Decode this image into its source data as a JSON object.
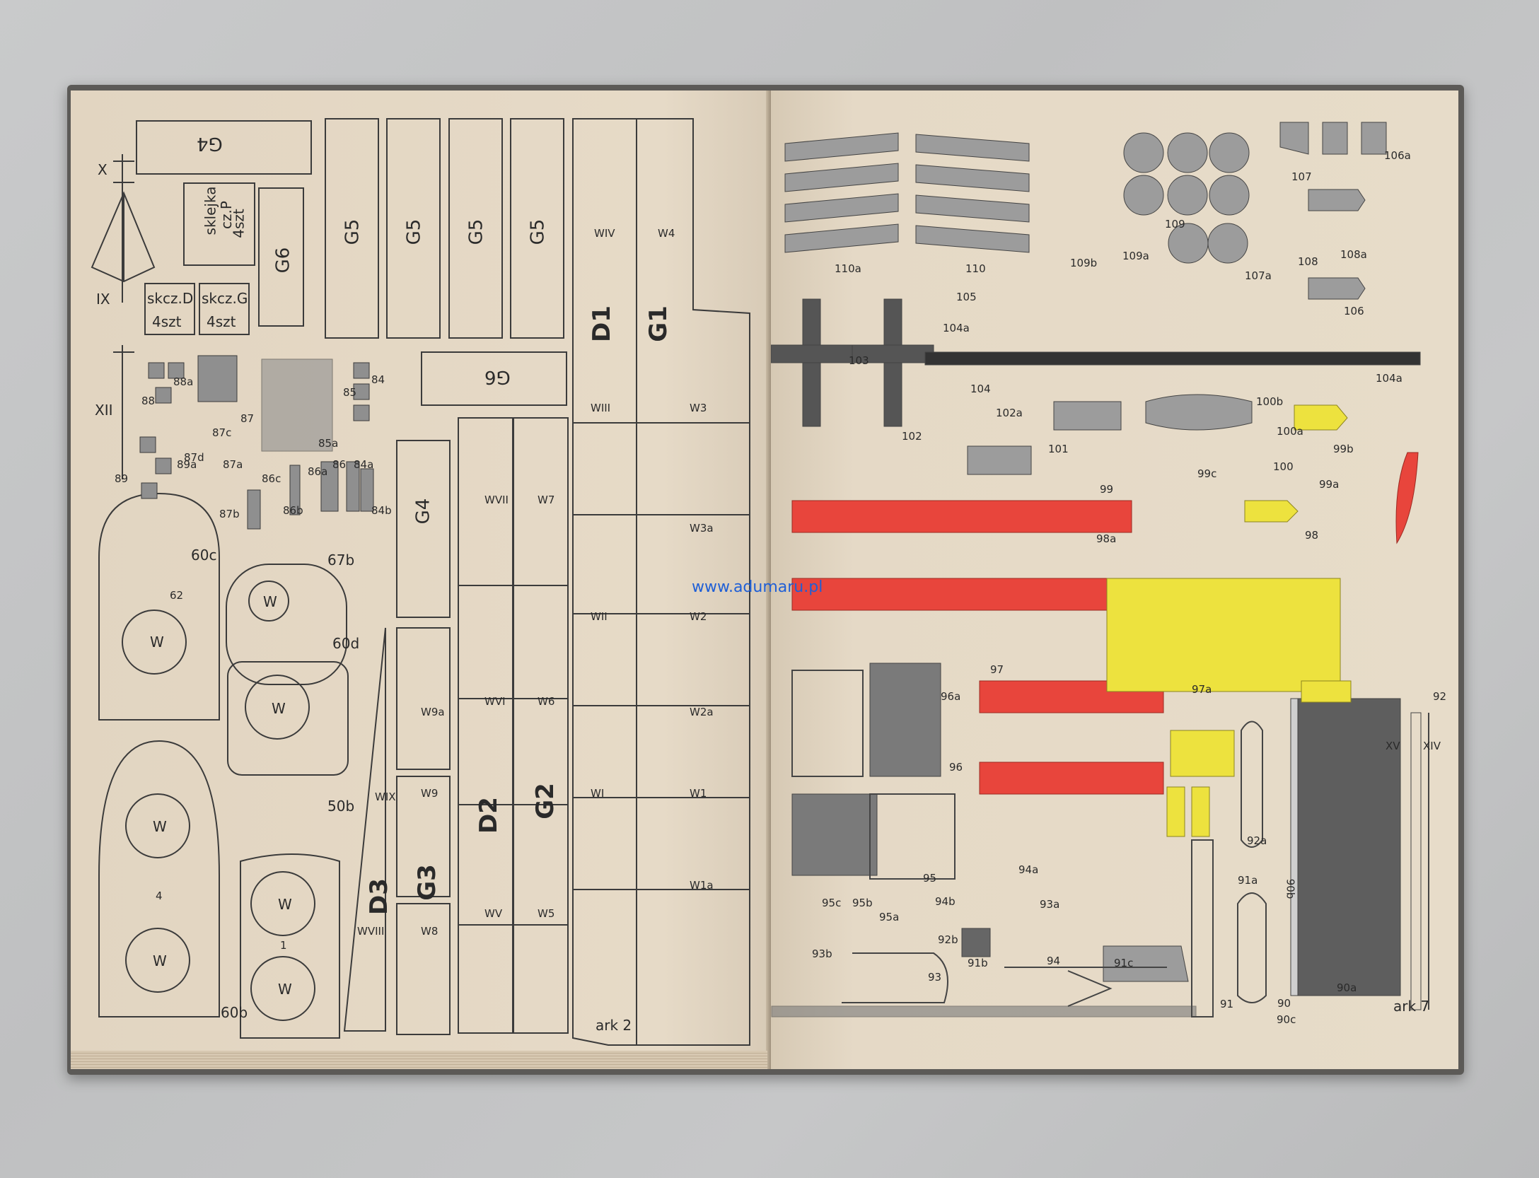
{
  "watermark": "www.adumaru.pl",
  "left_page": {
    "sheet": "ark 2",
    "labels": {
      "g4_top": "G4",
      "skleika": "sklejka",
      "czp": "cz.P",
      "szt4": "4szt",
      "g6a": "G6",
      "g5": "G5",
      "skczd": "skcz.D",
      "skczg": "skcz.G",
      "d1": "D1",
      "g1": "G1",
      "g6b": "G6",
      "g4b": "G4",
      "d2": "D2",
      "g2": "G2",
      "d3": "D3",
      "g3": "G3",
      "p60c": "60c",
      "p67b": "67b",
      "p60d": "60d",
      "p50b": "50b",
      "p60b": "60b",
      "p88a": "88a",
      "p88": "88",
      "p89a": "89a",
      "p89": "89",
      "p87": "87",
      "p87c": "87c",
      "p87d": "87d",
      "p87a": "87a",
      "p87b": "87b",
      "p86c": "86c",
      "p86b": "86b",
      "p86a": "86a",
      "p86": "86",
      "p85": "85",
      "p85a": "85a",
      "p84": "84",
      "p84a": "84a",
      "p84b": "84b",
      "roman_x": "X",
      "roman_ix": "IX",
      "roman_xii": "XII",
      "w": "W",
      "w4": "W4",
      "wiv": "WIV",
      "w3": "W3",
      "wiii": "WIII",
      "w3a": "W3a",
      "wvii": "WVII",
      "w7": "W7",
      "w2": "W2",
      "wii": "WII",
      "w2a": "W2a",
      "wvi": "WVI",
      "w6": "W6",
      "w9a": "W9a",
      "w9": "W9",
      "w1": "W1",
      "wi": "WI",
      "wix": "WIX",
      "w1a": "W1a",
      "wv": "WV",
      "w5": "W5",
      "w8": "W8",
      "wviii": "WVIII",
      "n62": "62",
      "n4": "4",
      "n1": "1"
    }
  },
  "right_page": {
    "sheet": "ark 7",
    "labels": {
      "p110a": "110a",
      "p110": "110",
      "p109b": "109b",
      "p109a": "109a",
      "p109": "109",
      "p107": "107",
      "p106a": "106a",
      "p108": "108",
      "p108a": "108a",
      "p107a": "107a",
      "p106": "106",
      "p105": "105",
      "p104a": "104a",
      "p103": "103",
      "p104": "104",
      "p104a2": "104a",
      "p102a": "102a",
      "p100b": "100b",
      "p100a": "100a",
      "p102": "102",
      "p101": "101",
      "p99b": "99b",
      "p99c": "99c",
      "p100": "100",
      "p99": "99",
      "p99a": "99a",
      "p98a": "98a",
      "p98": "98",
      "p98b": "98",
      "xv": "XV",
      "xiv": "XIV",
      "p97": "97",
      "p97a": "97a",
      "p96a": "96a",
      "p92": "92",
      "p96": "96",
      "p92a": "92a",
      "p90b": "90b",
      "p94a": "94a",
      "p95": "95",
      "p95c": "95c",
      "p95b": "95b",
      "p94b": "94b",
      "p93a": "93a",
      "p95a": "95a",
      "p91a": "91a",
      "p92b": "92b",
      "p93b": "93b",
      "p93": "93",
      "p91b": "91b",
      "p94": "94",
      "p91c": "91c",
      "p90": "90",
      "p90a": "90a",
      "p91": "91",
      "p90c": "90c"
    }
  },
  "colors": {
    "red": "#e8453c",
    "yellow": "#ede23e",
    "gray": "#8f8f8f",
    "paper": "#e5d9c6"
  }
}
